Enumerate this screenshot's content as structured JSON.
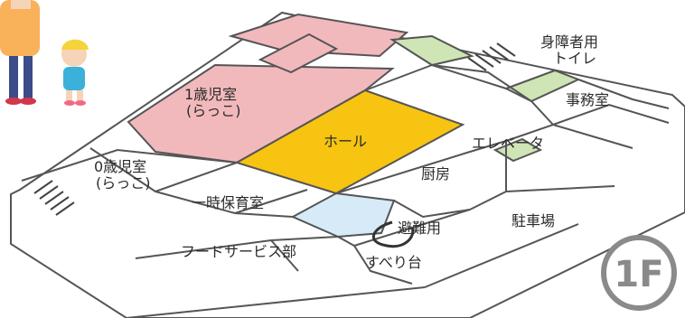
{
  "floor_plan": {
    "floor_label": "1F",
    "rooms": {
      "age1_room": {
        "line1": "1歳児室",
        "line2": "(らっこ)"
      },
      "age0_room": {
        "line1": "0歳児室",
        "line2": "(らっこ)"
      },
      "hall": "ホール",
      "temporary_care_room": "一時保育室",
      "kitchen": "厨房",
      "elevator": "エレベータ",
      "accessible_toilet": {
        "line1": "身障者用",
        "line2": "トイレ"
      },
      "office": "事務室",
      "parking": "駐車場",
      "food_service_dept": "フードサービス部",
      "evacuation_slide": {
        "line1": "避難用",
        "line2": "すべり台"
      }
    },
    "colors": {
      "age_rooms": "#f2b9bd",
      "hall": "#f6c411",
      "toilet_areas": "#cfe5b5",
      "lightblue_room": "#d6ebf7",
      "outline": "#555555",
      "badge": "#8a8a8a"
    }
  }
}
